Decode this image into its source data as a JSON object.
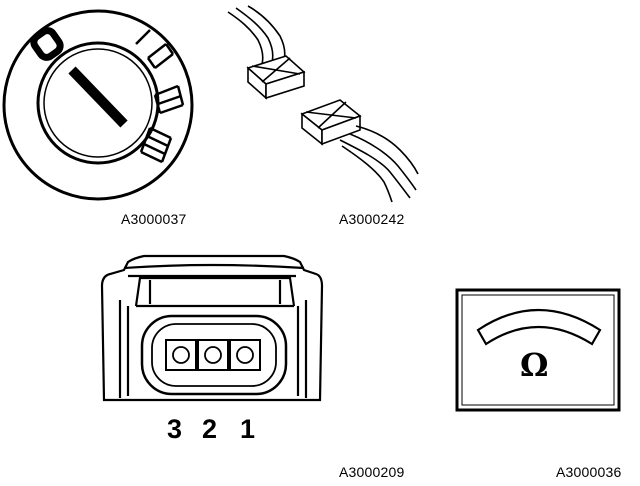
{
  "figures": {
    "ignition_switch": {
      "code": "A3000037",
      "position_symbol": "0"
    },
    "wire_connector": {
      "code": "A3000242"
    },
    "connector_3pin": {
      "code": "A3000209",
      "pins": [
        "3",
        "2",
        "1"
      ]
    },
    "ohmmeter": {
      "code": "A3000036",
      "symbol": "Ω"
    }
  }
}
